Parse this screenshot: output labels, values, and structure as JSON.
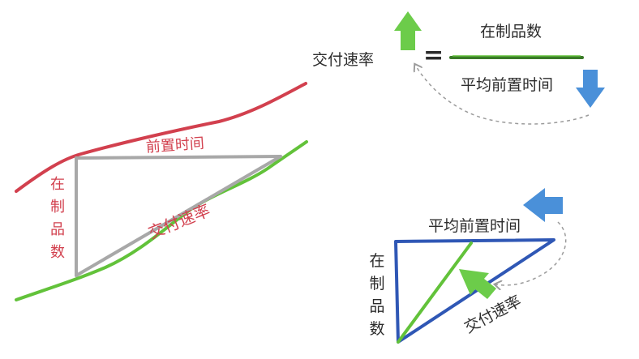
{
  "left_diagram": {
    "top_line_label": "前置时间",
    "side_label": "在制品数",
    "diagonal_label": "交付速率"
  },
  "formula": {
    "lhs": "交付速率",
    "equals": "=",
    "numerator": "在制品数",
    "denominator": "平均前置时间"
  },
  "right_diagram": {
    "top_label": "平均前置时间",
    "side_label": "在制品数",
    "diagonal_label": "交付速率"
  },
  "colors": {
    "red": "#d2404e",
    "green": "#62c23a",
    "gray": "#a8a8a8",
    "blue": "#2f57b5",
    "blue_arrow": "#4a90d9",
    "green_arrow": "#6ccc4a",
    "dash": "#9b9b9b"
  }
}
